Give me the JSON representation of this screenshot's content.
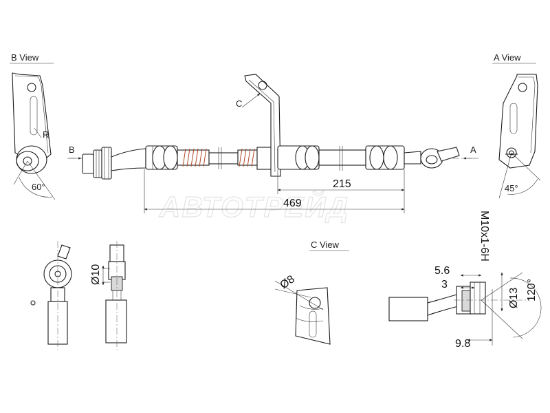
{
  "views": {
    "b_view": "B View",
    "a_view": "A View",
    "c_view": "C View"
  },
  "markers": {
    "b": "B",
    "a": "A",
    "c": "C",
    "r": "R"
  },
  "dimensions": {
    "angle_b": "60°",
    "angle_a": "45°",
    "len_215": "215",
    "len_469": "469",
    "dia_10": "Ø10",
    "dia_8": "Ø8",
    "dia_13": "Ø13",
    "len_5_6": "5.6",
    "len_3": "3",
    "len_9_8": "9.8",
    "angle_120": "120°",
    "thread": "M10x1-6H"
  },
  "watermark": "АВТОТРЕЙД"
}
